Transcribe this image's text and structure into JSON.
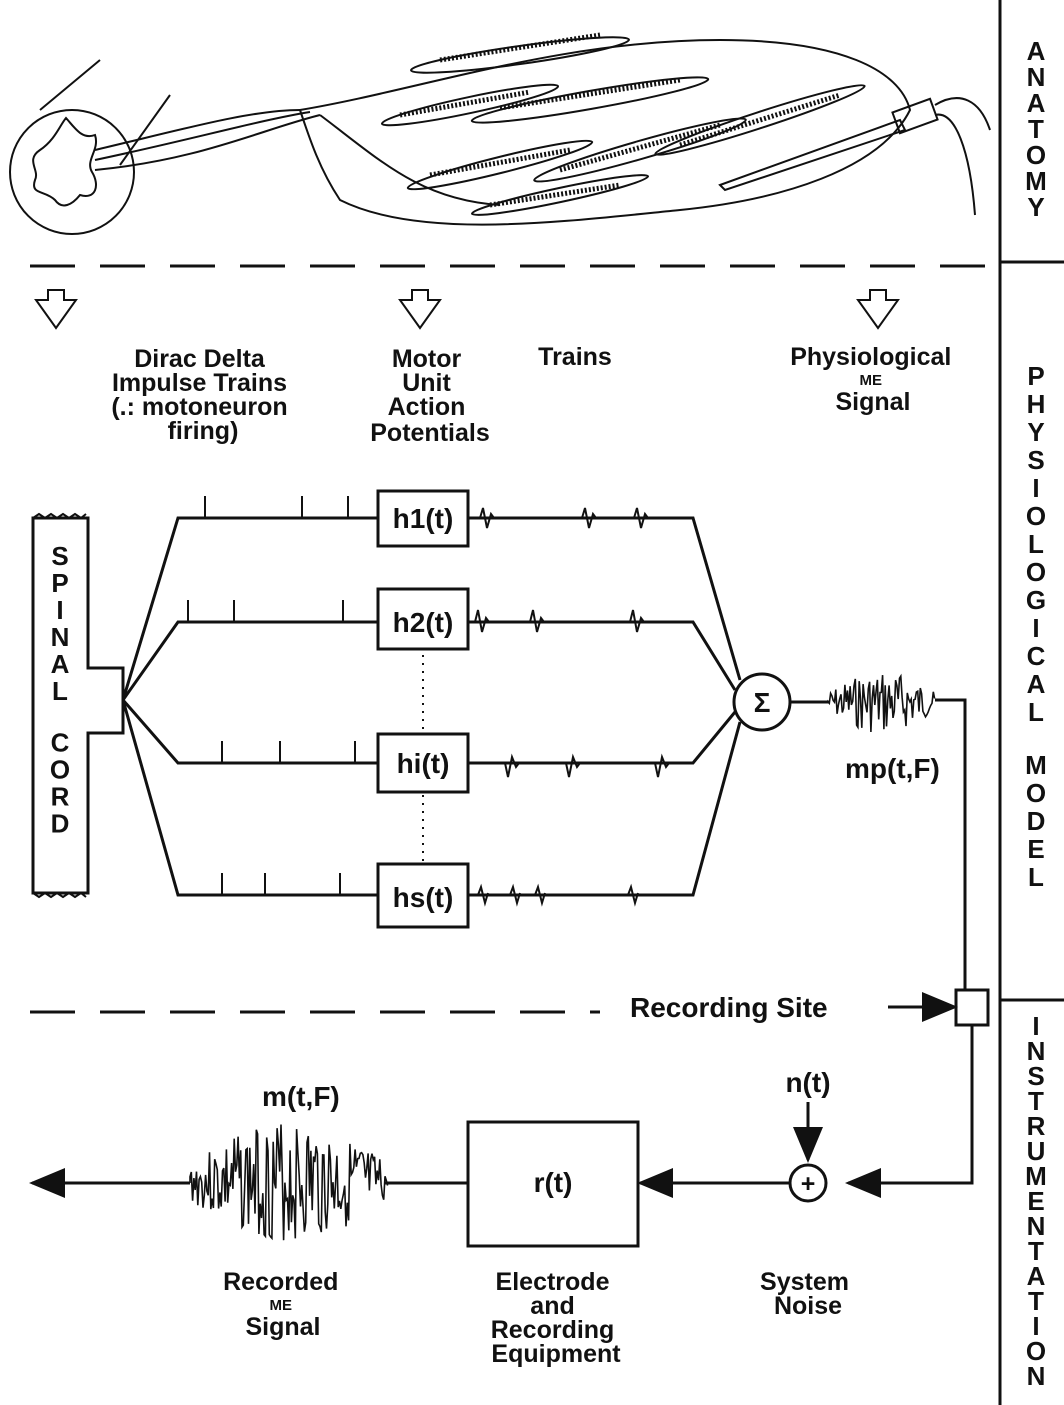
{
  "sections": {
    "anatomy": "ANATOMY",
    "model": "PHYSIOLOGICAL MODEL",
    "instrumentation": "INSTRUMENTATION"
  },
  "labels": {
    "dirac": [
      "Dirac Delta",
      "Impulse Trains",
      "(.: motoneuron",
      "firing)"
    ],
    "muap": [
      "Motor",
      "Unit",
      "Action",
      "Potentials"
    ],
    "trains": "Trains",
    "physio": [
      "Physiological",
      "ME",
      "Signal"
    ],
    "spinal_cord": "SPINAL CORD",
    "recording_site": "Recording Site",
    "recorded": [
      "Recorded",
      "ME",
      "Signal"
    ],
    "electrode": [
      "Electrode",
      "and",
      "Recording",
      "Equipment"
    ],
    "system_noise": [
      "System",
      "Noise"
    ]
  },
  "blocks": {
    "h1": "h1(t)",
    "h2": "h2(t)",
    "hi": "hi(t)",
    "hs": "hs(t)",
    "sum": "Σ",
    "r": "r(t)",
    "adder": "+"
  },
  "signals": {
    "mp": "mp(t,F)",
    "n": "n(t)",
    "m": "m(t,F)"
  }
}
